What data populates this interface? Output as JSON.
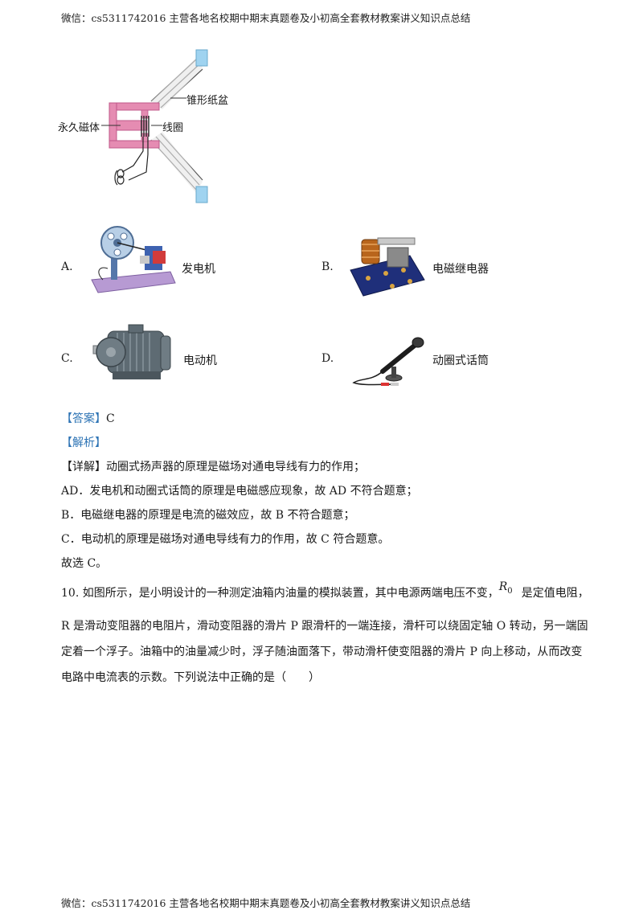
{
  "header": {
    "text": "微信：cs5311742016 主营各地名校期中期末真题卷及小初高全套教材教案讲义知识点总结"
  },
  "footer": {
    "text": "微信：cs5311742016 主营各地名校期中期末真题卷及小初高全套教材教案讲义知识点总结"
  },
  "diagram": {
    "label_cone": "锥形纸盆",
    "label_magnet": "永久磁体",
    "label_coil": "线圈",
    "colors": {
      "magnet": "#e58cb2",
      "cone_end": "#9fd3f0",
      "line": "#333333"
    }
  },
  "options": [
    {
      "letter": "A.",
      "name": "发电机",
      "icon": "generator-model-picture"
    },
    {
      "letter": "B.",
      "name": "电磁继电器",
      "icon": "relay-picture"
    },
    {
      "letter": "C.",
      "name": "电动机",
      "icon": "motor-picture"
    },
    {
      "letter": "D.",
      "name": "动圈式话筒",
      "icon": "microphone-picture"
    }
  ],
  "answer": {
    "tag": "【答案】",
    "value": "C"
  },
  "analysis": {
    "tag": "【解析】"
  },
  "detail": {
    "tag": "【详解】",
    "line1": "动圈式扬声器的原理是磁场对通电导线有力的作用；",
    "line2": "AD．发电机和动圈式话筒的原理是电磁感应现象，故 AD 不符合题意；",
    "line3": "B．电磁继电器的原理是电流的磁效应，故 B 不符合题意；",
    "line4": "C．电动机的原理是磁场对通电导线有力的作用，故 C 符合题意。",
    "line5": "故选 C。"
  },
  "question10": {
    "part1": "10. 如图所示，是小明设计的一种测定油箱内油量的模拟装置，其中电源两端电压不变，",
    "r0": "R",
    "r0_sub": "0",
    "part2": "是定值电阻，",
    "line2": "R 是滑动变阻器的电阻片，滑动变阻器的滑片 P 跟滑杆的一端连接，滑杆可以绕固定轴 O 转动，另一端固",
    "line3": "定着一个浮子。油箱中的油量减少时，浮子随油面落下，带动滑杆使变阻器的滑片 P 向上移动，从而改变",
    "line4": "电路中电流表的示数。下列说法中正确的是（　　）"
  }
}
